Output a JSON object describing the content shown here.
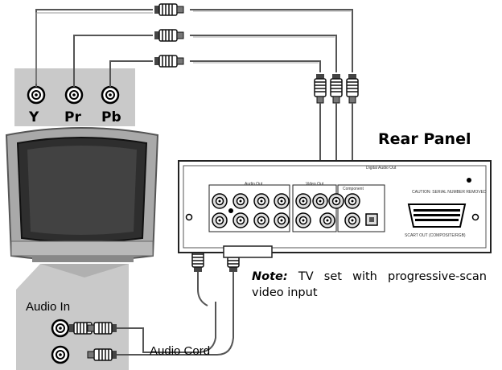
{
  "labels": {
    "y": "Y",
    "pr": "Pr",
    "pb": "Pb",
    "rear_panel": "Rear Panel",
    "note_prefix": "Note:",
    "note_text": " TV set with progressive-scan video input",
    "audio_in": "Audio In",
    "audio_cord": "Audio Cord"
  },
  "panel_labels": {
    "audio_out": "Audio Out",
    "video_out": "Video Out",
    "digital_audio_out": "Digital Audio Out",
    "component": "Component",
    "scart_out": "SCART OUT (COMPOSITE/RGB)",
    "caution": "CAUTION: SERIAL NUMBER REMOVED"
  },
  "colors": {
    "tv_panel": "#c9c9c9",
    "cable": "#555555",
    "rear_panel_border": "#222222"
  }
}
